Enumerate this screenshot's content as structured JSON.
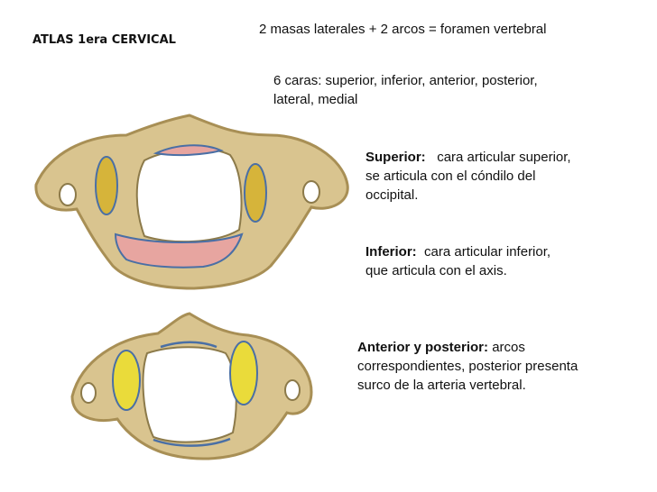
{
  "title": "ATLAS 1era CERVICAL",
  "headline": "2 masas laterales + 2 arcos = foramen vertebral",
  "faces": "6 caras: superior, inferior, anterior, posterior, lateral, medial",
  "superior": {
    "label": "Superior:",
    "text": "cara articular superior, se articula con el cóndilo del occipital."
  },
  "inferior": {
    "label": "Inferior:",
    "text": "cara articular inferior, que articula con el axis."
  },
  "anterior_posterior": {
    "label": "Anterior y posterior:",
    "text": "arcos correspondientes, posterior presenta surco de la arteria vertebral."
  },
  "colors": {
    "bone": "#d9c48f",
    "bone_shadow": "#a88f55",
    "facet_yellow": "#e6c93a",
    "facet_outline": "#4a6fa5",
    "pink_region": "#e7a5a0"
  }
}
